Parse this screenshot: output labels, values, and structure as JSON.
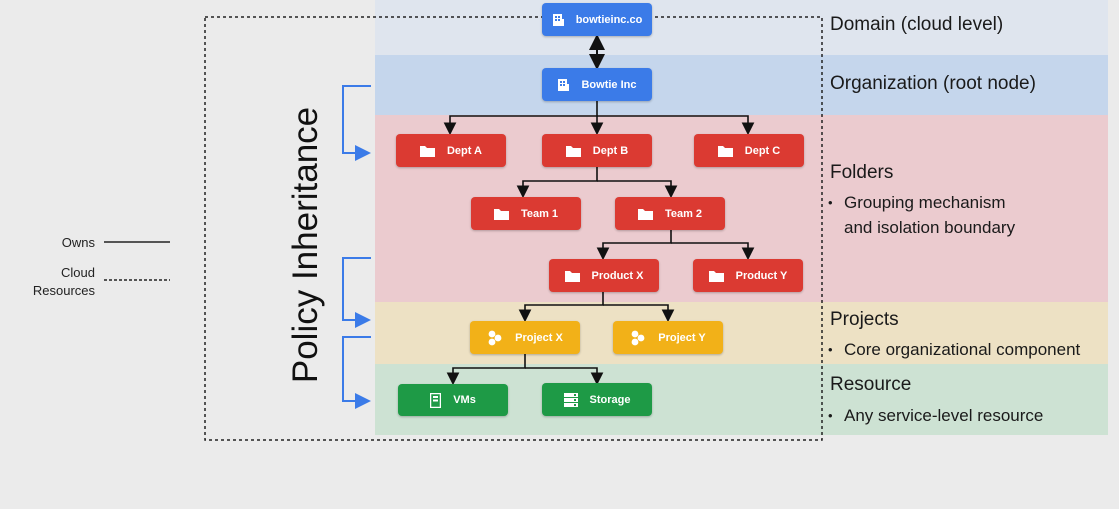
{
  "nodes": {
    "domain": "bowtieinc.co",
    "org": "Bowtie Inc",
    "dept_a": "Dept A",
    "dept_b": "Dept B",
    "dept_c": "Dept C",
    "team1": "Team 1",
    "team2": "Team 2",
    "product_x": "Product X",
    "product_y": "Product Y",
    "project_x": "Project X",
    "project_y": "Project Y",
    "vms": "VMs",
    "storage": "Storage"
  },
  "levels": {
    "domain": "Domain (cloud level)",
    "organization": "Organization (root node)",
    "folders": "Folders",
    "folders_bullet_1": "Grouping mechanism",
    "folders_bullet_2": "and isolation boundary",
    "projects": "Projects",
    "projects_bullet": "Core organizational component",
    "resource": "Resource",
    "resource_bullet": "Any service-level resource",
    "bullet_symbol": "•"
  },
  "side_title": "Policy Inheritance",
  "legend": {
    "owns": "Owns",
    "cloud_resources_1": "Cloud",
    "cloud_resources_2": "Resources"
  },
  "colors": {
    "domain_band": "#dfe5ee",
    "org_band": "#c5d6ec",
    "folders_band": "#ebcbcf",
    "projects_band": "#ede1c4",
    "resource_band": "#cde2d3",
    "blue_node": "#3b7be8",
    "red_node": "#db3a32",
    "yellow_node": "#f2b118",
    "green_node": "#1e9a46",
    "inheritance_arrow": "#3b7be8"
  },
  "icons": {
    "domain": "building-icon",
    "org": "building-icon",
    "folders": "folder-icon",
    "projects": "project-hexagons-icon",
    "vms": "server-icon",
    "storage": "storage-icon"
  }
}
